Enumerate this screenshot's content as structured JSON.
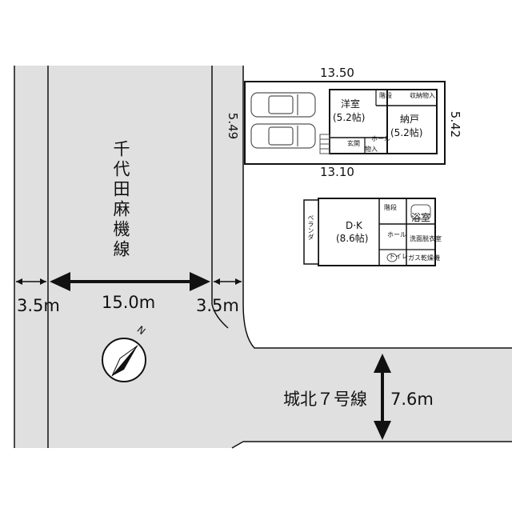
{
  "roads": {
    "main_road_name": "千代田麻機線",
    "main_road_width": "15.0m",
    "left_sidewalk_width": "3.5m",
    "right_sidewalk_width": "3.5m",
    "cross_road_name": "城北７号線",
    "cross_road_width": "7.6m"
  },
  "lot": {
    "top_length": "13.50",
    "bottom_length": "13.10",
    "left_length": "5.49",
    "right_length": "5.42"
  },
  "floor1": {
    "room_western": "洋室",
    "room_western_size": "(5.2帖)",
    "room_storage": "納戸",
    "room_storage_size": "(5.2帖)",
    "stairs": "階段",
    "entrance": "玄関",
    "hall": "ホール",
    "storage_small": "物入",
    "storage_small2": "物入",
    "closet": "収納"
  },
  "floor2": {
    "room_dk": "D·K",
    "room_dk_size": "(8.6帖)",
    "stairs": "階段",
    "bath": "浴室",
    "hall": "ホール",
    "washroom": "洗面脱衣室",
    "toilet": "トイレ",
    "dryer": "ガス乾燥機",
    "veranda": "ベランダ"
  },
  "compass": {
    "north_label": "N"
  },
  "colors": {
    "line": "#111111",
    "road": "#e0e0e0",
    "white": "#ffffff"
  }
}
